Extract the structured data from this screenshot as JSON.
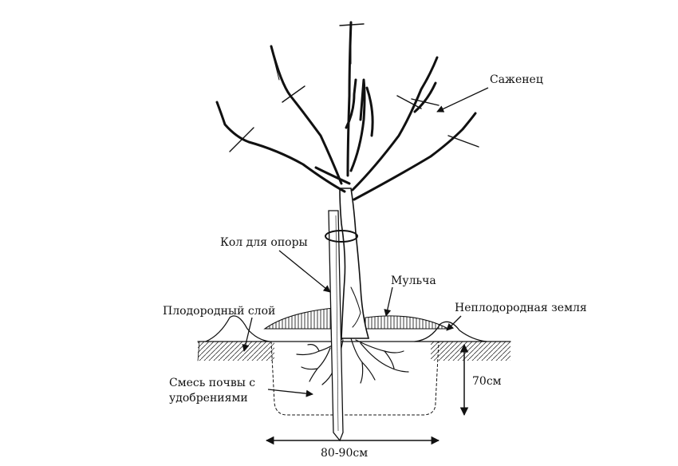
{
  "labels": {
    "seedling": "Саженец",
    "support_stake": "Кол для опоры",
    "mulch": "Мульча",
    "fertile_layer": "Плодородный слой",
    "infertile_soil": "Неплодородная земля",
    "soil_mix_line1": "Смесь почвы с",
    "soil_mix_line2": "удобрениями",
    "depth": "70см",
    "width": "80-90см"
  },
  "colors": {
    "ink": "#111111",
    "background": "#ffffff"
  }
}
